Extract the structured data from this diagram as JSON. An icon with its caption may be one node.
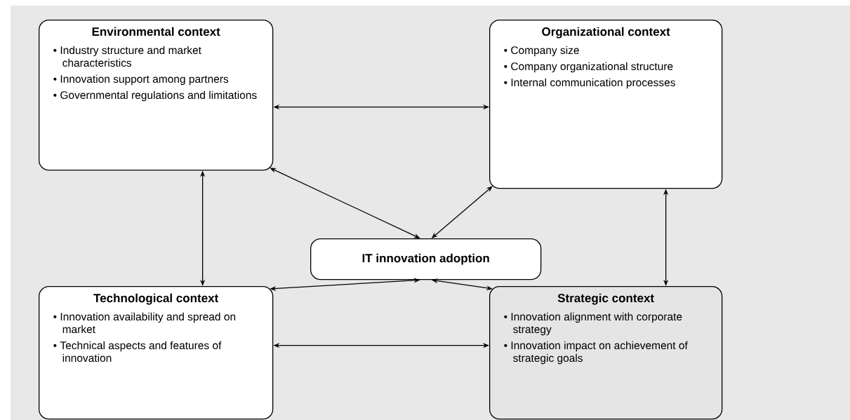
{
  "diagram": {
    "nodes": [
      {
        "text": [
          "Environmental context",
          "• Industry structure and market characteristics",
          "• Innovation support among partners",
          "• Governmental regulations and limitations"
        ]
      },
      {
        "text": [
          "Organizational context",
          "• Company size",
          "• Company organizational structure",
          "• Internal communication processes"
        ]
      },
      {
        "text": [
          "IT innovation adoption"
        ]
      },
      {
        "text": [
          "Technological context",
          "• Innovation availability and spread on market",
          "• Technical aspects and features of innovation"
        ]
      },
      {
        "text": [
          "Strategic context",
          "• Innovation alignment with corporate strategy",
          "• Innovation impact on achievement of strategic goals"
        ]
      }
    ],
    "edges": [
      {
        "from": 0,
        "to": 1,
        "arrow": "both"
      },
      {
        "from": 0,
        "to": 3,
        "arrow": "both"
      },
      {
        "from": 1,
        "to": 4,
        "arrow": "both"
      },
      {
        "from": 3,
        "to": 4,
        "arrow": "both"
      },
      {
        "from": 0,
        "to": 2,
        "arrow": "both"
      },
      {
        "from": 1,
        "to": 2,
        "arrow": "both"
      },
      {
        "from": 3,
        "to": 2,
        "arrow": "both"
      },
      {
        "from": 4,
        "to": 2,
        "arrow": "both"
      }
    ]
  }
}
